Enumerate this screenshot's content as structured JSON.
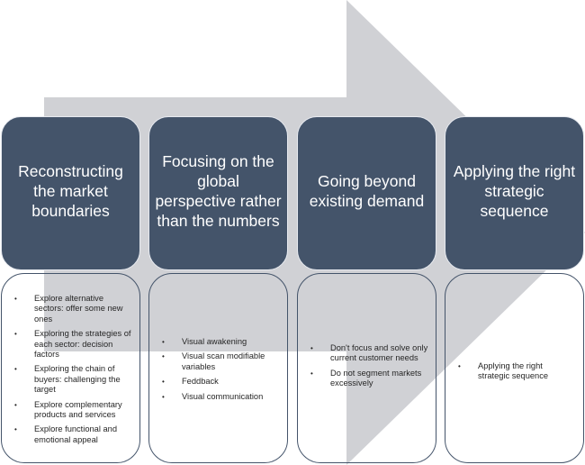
{
  "diagram": {
    "type": "process-arrow-with-columns",
    "colors": {
      "arrow": "#d0d1d5",
      "header_fill": "#44546a",
      "header_text": "#ffffff",
      "body_border": "#44546a",
      "body_text": "#262626"
    },
    "columns": [
      {
        "title": "Reconstructing the market boundaries",
        "bullets": [
          "Explore alternative sectors: offer some new ones",
          "Exploring the strategies of each sector: decision factors",
          "Exploring the chain of buyers: challenging the target",
          "Explore complementary products and services",
          "Explore functional and emotional appeal"
        ]
      },
      {
        "title": "Focusing on the global perspective rather than the numbers",
        "bullets": [
          "Visual awakening",
          "Visual scan modifiable variables",
          "Feddback",
          "Visual communication"
        ]
      },
      {
        "title": "Going beyond existing demand",
        "bullets": [
          "Don't focus and solve only current customer needs",
          "Do not segment markets excessively"
        ]
      },
      {
        "title": "Applying the right strategic sequence",
        "bullets": [
          "Applying the right strategic sequence"
        ]
      }
    ]
  }
}
